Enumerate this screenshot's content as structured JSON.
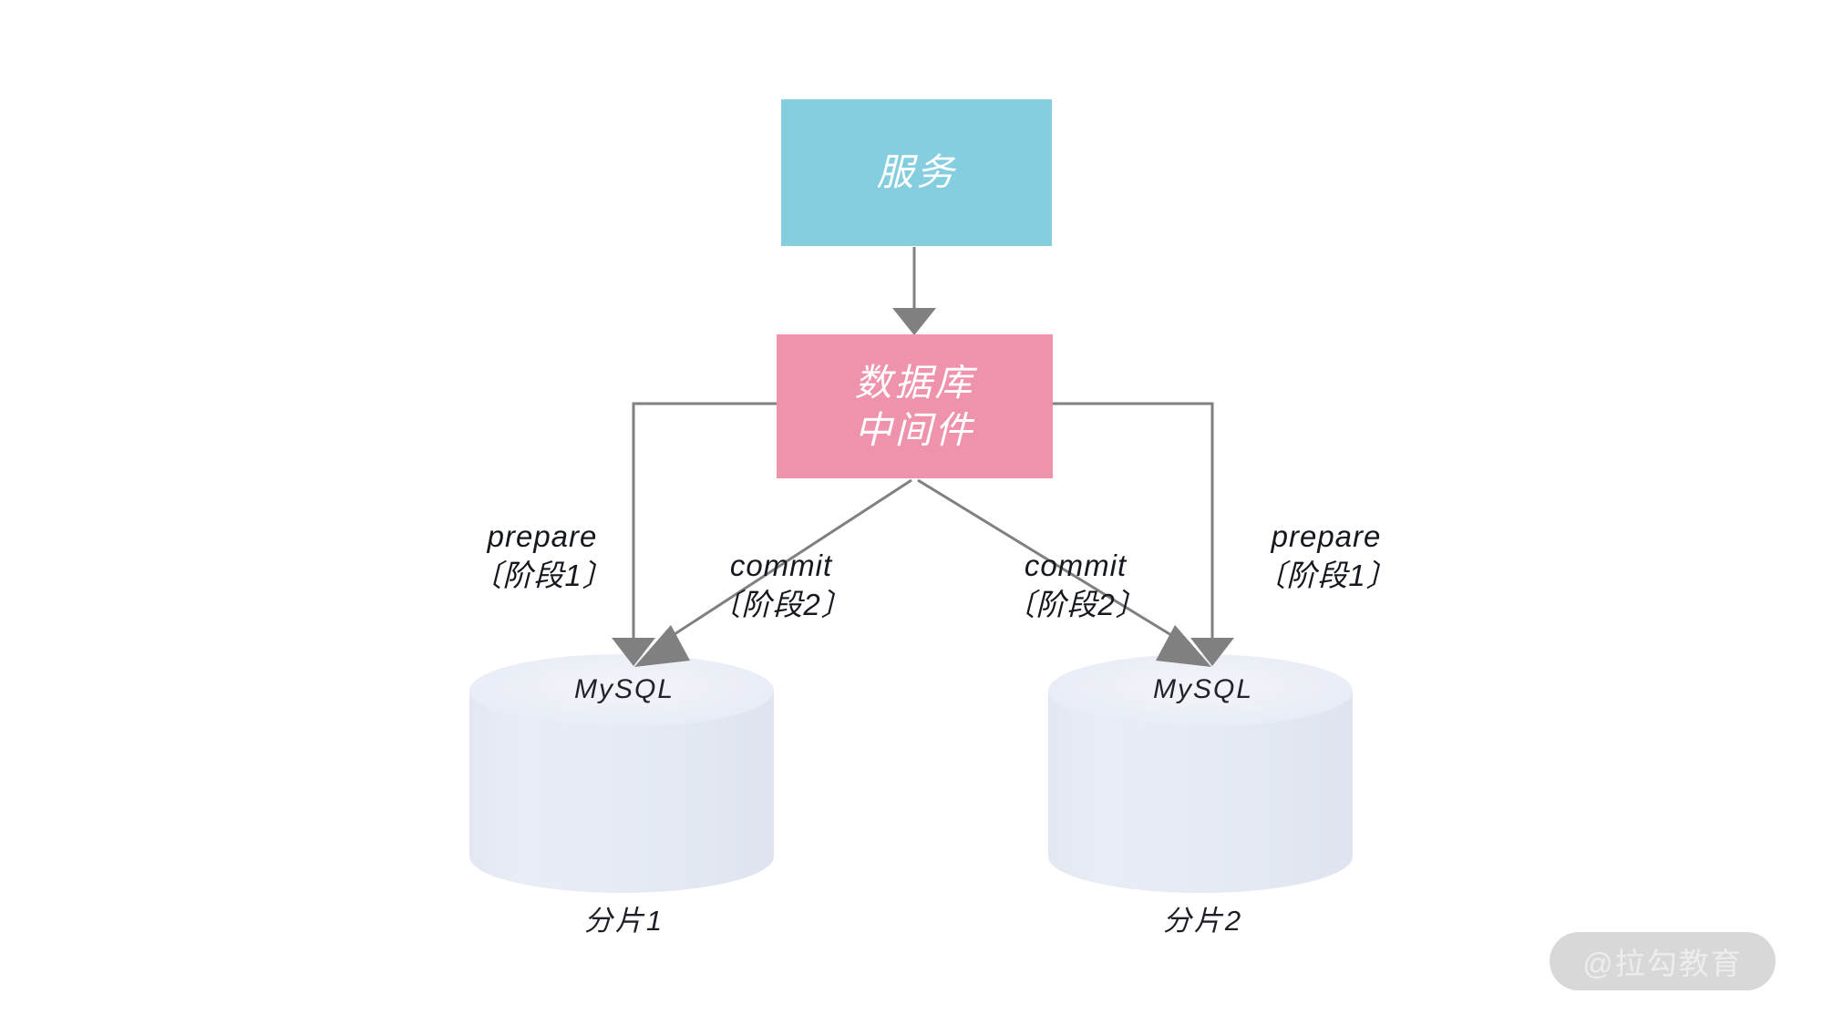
{
  "diagram": {
    "title": "2PC distributed transaction via database middleware",
    "background_color": "#ffffff",
    "nodes": {
      "service": {
        "label": "服务",
        "color": "#84cedf",
        "text_color": "#ffffff"
      },
      "middleware": {
        "label": "数据库\n中间件",
        "color": "#ef92ab",
        "text_color": "#ffffff"
      },
      "shard1": {
        "db_label": "MySQL",
        "caption": "分片1",
        "color": "#e4e9f2",
        "top_color": "#eef1f8"
      },
      "shard2": {
        "db_label": "MySQL",
        "caption": "分片2",
        "color": "#e4e9f2",
        "top_color": "#eef1f8"
      }
    },
    "edges": {
      "service_to_middleware": {
        "label": "",
        "color": "#808080"
      },
      "prepare_left": {
        "label": "prepare\n〔阶段1〕",
        "color": "#808080"
      },
      "prepare_right": {
        "label": "prepare\n〔阶段1〕",
        "color": "#808080"
      },
      "commit_left": {
        "label": "commit\n〔阶段2〕",
        "color": "#808080"
      },
      "commit_right": {
        "label": "commit\n〔阶段2〕",
        "color": "#808080"
      }
    },
    "watermark": {
      "text": "@拉勾教育",
      "background_color": "#d8d8d8",
      "text_color": "#ededed"
    }
  }
}
